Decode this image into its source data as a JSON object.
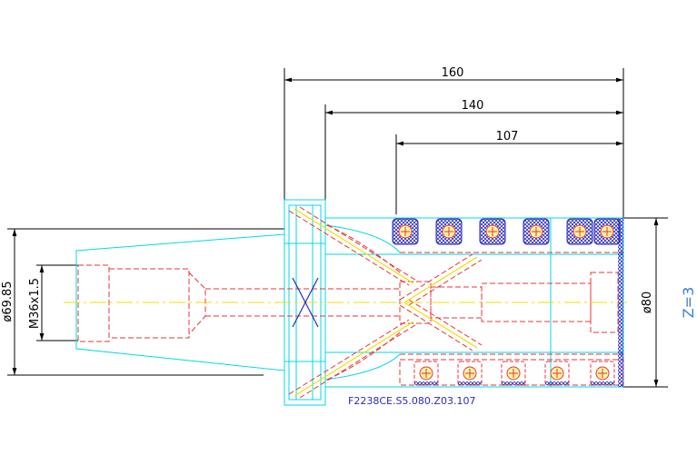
{
  "dimensions": {
    "len_total": "160",
    "len_mid": "140",
    "len_short": "107",
    "dia_shank": "ø69.85",
    "thread": "M36x1.5",
    "dia_body": "ø80"
  },
  "part_number": "F2238CE.S5.080.Z03.107",
  "tooth_note": "Z=3",
  "colors": {
    "cyan": "#00d8e8",
    "red": "#e8343a",
    "yellow": "#f0e000",
    "blue": "#2b2bbf",
    "black": "#000000"
  }
}
